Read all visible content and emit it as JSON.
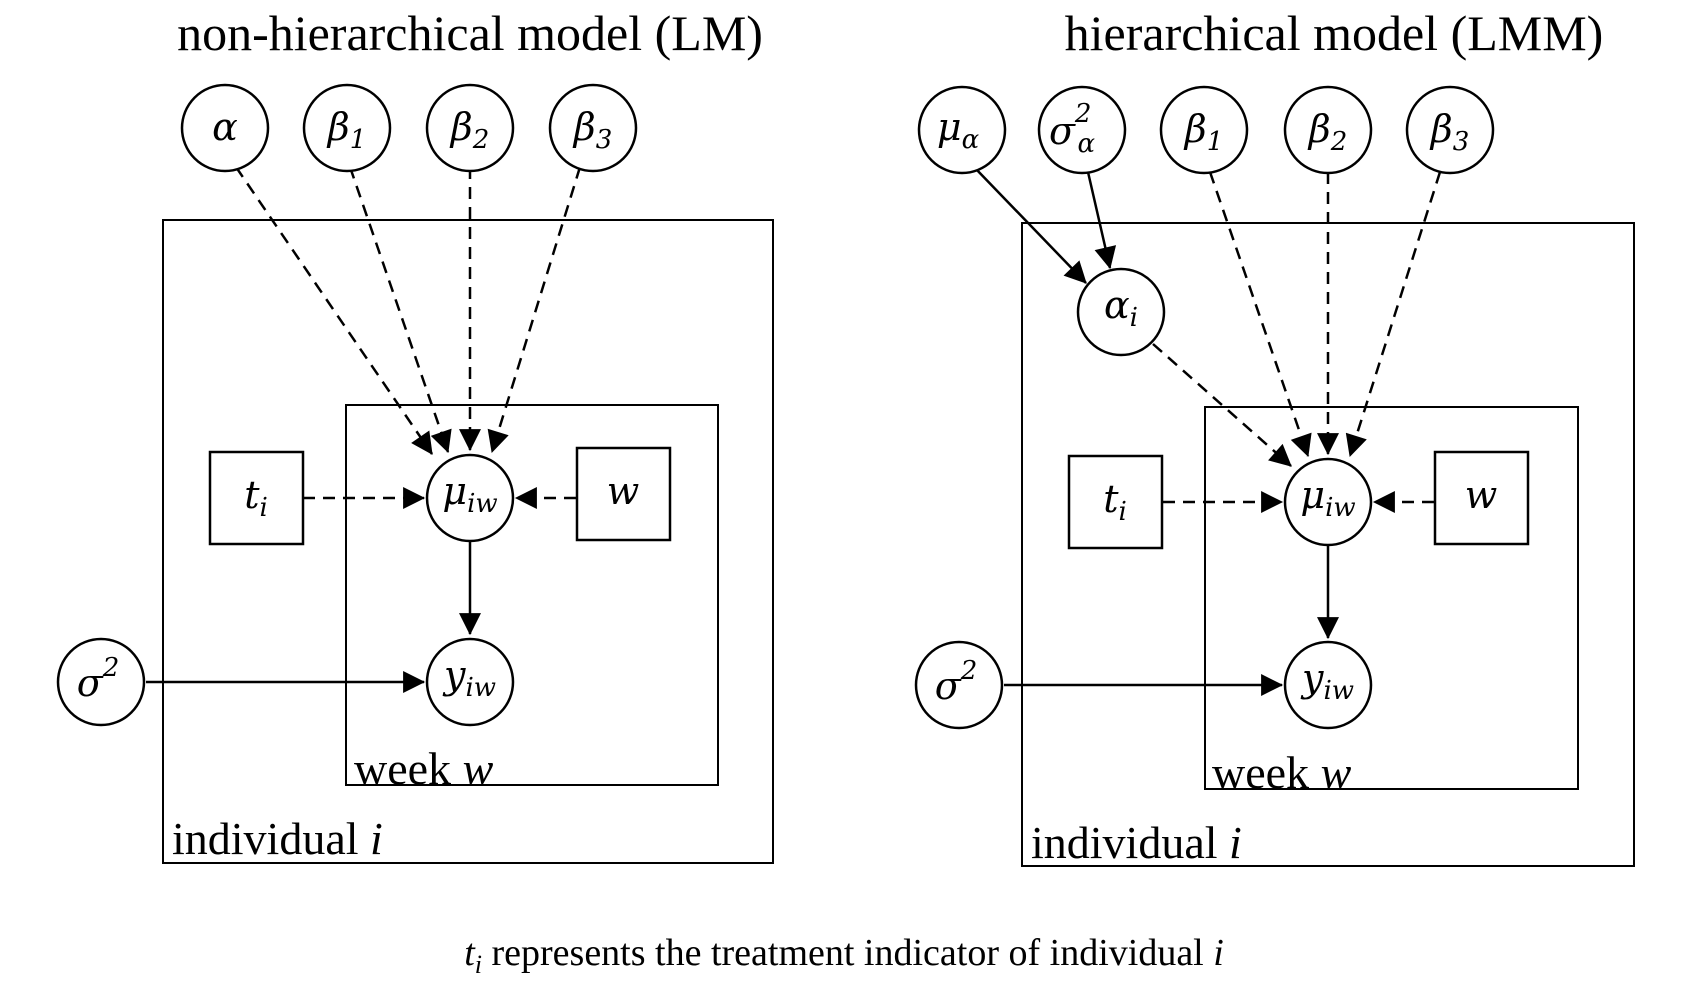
{
  "panels": [
    {
      "title": "non-hierarchical model (LM)",
      "plate_outer_label": "individual",
      "plate_outer_var": "i",
      "plate_inner_label": "week",
      "plate_inner_var": "w",
      "nodes": {
        "alpha": {
          "main": "α",
          "sub": "",
          "sup": ""
        },
        "beta1": {
          "main": "β",
          "sub": "1",
          "sup": ""
        },
        "beta2": {
          "main": "β",
          "sub": "2",
          "sup": ""
        },
        "beta3": {
          "main": "β",
          "sub": "3",
          "sup": ""
        },
        "t": {
          "main": "t",
          "sub": "i",
          "sup": ""
        },
        "mu": {
          "main": "μ",
          "sub": "iw",
          "sup": ""
        },
        "w": {
          "main": "w",
          "sub": "",
          "sup": ""
        },
        "y": {
          "main": "y",
          "sub": "iw",
          "sup": ""
        },
        "sigma": {
          "main": "σ",
          "sub": "",
          "sup": "2"
        }
      }
    },
    {
      "title": "hierarchical model (LMM)",
      "plate_outer_label": "individual",
      "plate_outer_var": "i",
      "plate_inner_label": "week",
      "plate_inner_var": "w",
      "nodes": {
        "mu_alpha": {
          "main": "μ",
          "sub": "α",
          "sup": ""
        },
        "sigma_alpha": {
          "main": "σ",
          "sub": "α",
          "sup": "2"
        },
        "beta1": {
          "main": "β",
          "sub": "1",
          "sup": ""
        },
        "beta2": {
          "main": "β",
          "sub": "2",
          "sup": ""
        },
        "beta3": {
          "main": "β",
          "sub": "3",
          "sup": ""
        },
        "alpha_i": {
          "main": "α",
          "sub": "i",
          "sup": ""
        },
        "t": {
          "main": "t",
          "sub": "i",
          "sup": ""
        },
        "mu": {
          "main": "μ",
          "sub": "iw",
          "sup": ""
        },
        "w": {
          "main": "w",
          "sub": "",
          "sup": ""
        },
        "y": {
          "main": "y",
          "sub": "iw",
          "sup": ""
        },
        "sigma": {
          "main": "σ",
          "sub": "",
          "sup": "2"
        }
      }
    }
  ],
  "caption": {
    "var_main": "t",
    "var_sub": "i",
    "text": " represents the treatment indicator of individual ",
    "end_var": "i"
  }
}
